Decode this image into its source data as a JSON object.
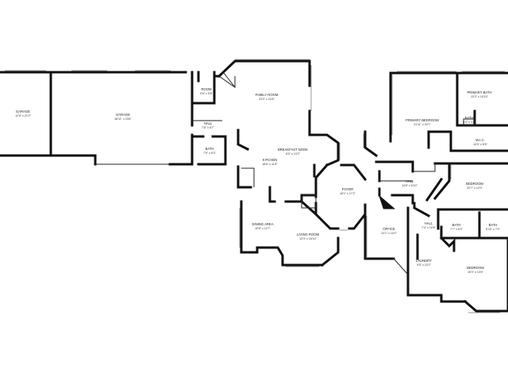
{
  "floor_plan": {
    "rooms": [
      {
        "name": "GARAGE",
        "dims": "12'9\" x 21'2\""
      },
      {
        "name": "GARAGE",
        "dims": "38'11\" x 23'6\""
      },
      {
        "name": "ROOM",
        "dims": "9'8\" x 9'8\""
      },
      {
        "name": "HALL",
        "dims": "7'8\" x 8'7\""
      },
      {
        "name": "BATH",
        "dims": "7'5\" x 6'3\""
      },
      {
        "name": "FAMILY ROOM",
        "dims": "23'0\" x 23'8\""
      },
      {
        "name": "KITCHEN",
        "dims": "18'6\" x 11'6\""
      },
      {
        "name": "BREAKFAST NOOK",
        "dims": "8'0\" x 13'2\""
      },
      {
        "name": "FOYER",
        "dims": "16'1\" x 17'2\""
      },
      {
        "name": "DINING AREA",
        "dims": "10'8\" x 12'7\""
      },
      {
        "name": "LIVING ROOM",
        "dims": "13'3\" x 16'10\""
      },
      {
        "name": "PRIMARY BEDROOM",
        "dims": "21'11\" x 20'7\""
      },
      {
        "name": "PRIMARY BATH",
        "dims": "13'3\" x 10'10\""
      },
      {
        "name": "BATH",
        "dims": "6'4\" x 3'2\""
      },
      {
        "name": "W.I.C.",
        "dims": "14'5\" x 6'6\""
      },
      {
        "name": "HALL",
        "dims": "14'6\" x 6'10\""
      },
      {
        "name": "BEDROOM",
        "dims": "20'7\" x 12'0\""
      },
      {
        "name": "OFFICE",
        "dims": "13'1\" x 14'2\""
      },
      {
        "name": "HALL",
        "dims": "7'4\" x 10'6\""
      },
      {
        "name": "BATH",
        "dims": "7'7\" x 6'3\""
      },
      {
        "name": "BATH",
        "dims": "5'10\" x 7'0\""
      },
      {
        "name": "LAUNDRY",
        "dims": "9'5\" x 10'2\""
      },
      {
        "name": "BEDROOM",
        "dims": "16'0\" x 13'6\""
      }
    ]
  }
}
